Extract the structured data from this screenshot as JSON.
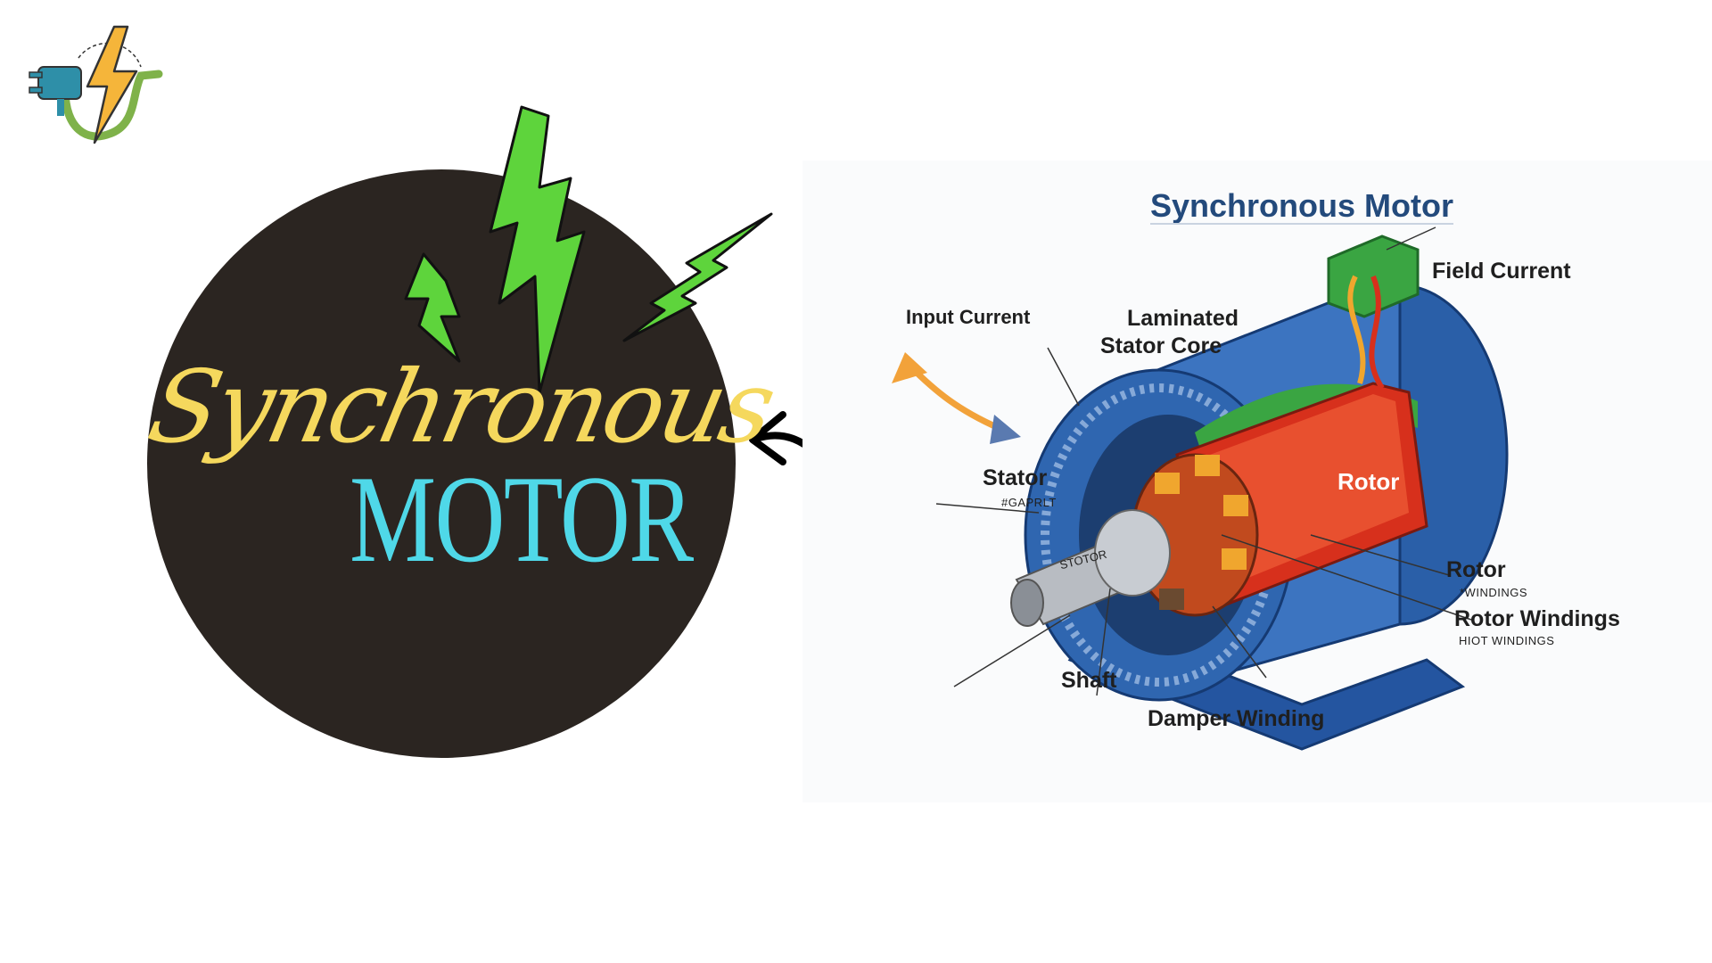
{
  "badge": {
    "script_title": "Synchronous",
    "motor_title": "MOTOR"
  },
  "diagram": {
    "title": "Synchronous Motor",
    "labels": {
      "field_current": "Field Current",
      "input_current": "Input Current",
      "laminated_line1": "Laminated",
      "laminated_line2": "Stator Core",
      "stator": "Stator",
      "stator_sub": "#GAPRLT",
      "rotor_inner": "Rotor",
      "rotor_right": "Rotor",
      "rotor_right_sub": "*WINDINGS",
      "rotor_windings": "Rotor Windings",
      "rotor_windings_sub": "HIOT WINDINGS",
      "shaft": "Shaft",
      "shaft_inner": "STOTOR",
      "damper_winding": "Damper Winding"
    }
  },
  "colors": {
    "badge_bg": "#2b2521",
    "script_yellow": "#f5d85d",
    "motor_cyan": "#4fd8e8",
    "bolt_green": "#5ed43c",
    "title_blue": "#234a7c",
    "stator_blue": "#2a5fa8",
    "rotor_red": "#d7301c",
    "arrow_orange": "#f2a23a"
  },
  "icons": [
    "plug-lightning-logo-icon",
    "lightning-bolt-icon",
    "curved-arrow-icon"
  ]
}
